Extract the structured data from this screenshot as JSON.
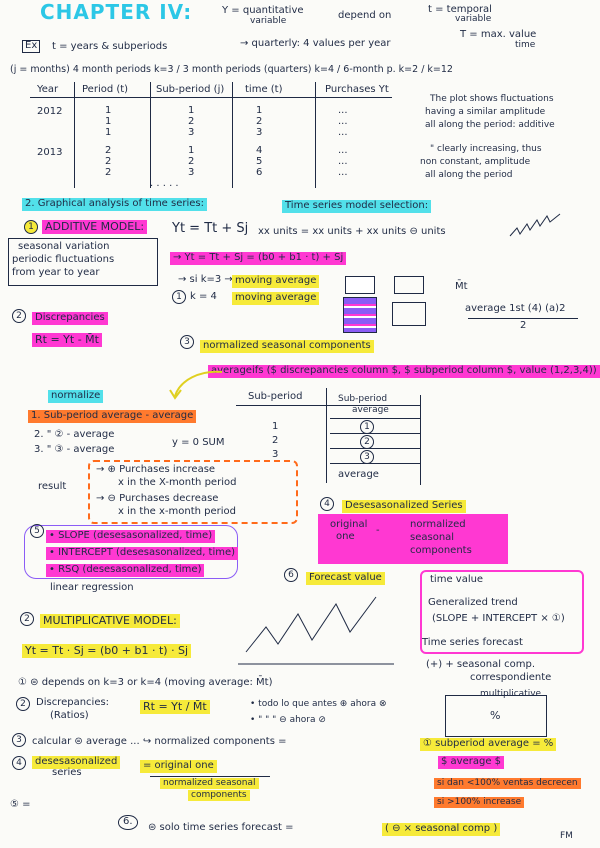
{
  "header": {
    "chapter": "CHAPTER IV:",
    "y_def_1": "Y = quantitative",
    "y_def_2": "variable",
    "depend_on": "depend on",
    "t_def_1": "t = temporal",
    "t_def_2": "variable",
    "t_max_1": "T = max. value",
    "t_max_2": "time"
  },
  "example": {
    "ex_label": "Ex",
    "line1": "t = years & subperiods",
    "quarterly": "→ quarterly: 4 values per year",
    "line2": "(j = months) 4 month periods k=3 / 3 month periods (quarters) k=4 / 6-month p. k=2 / k=12"
  },
  "table1": {
    "headers": [
      "Year",
      "Period (t)",
      "Sub-period (j)",
      "time (t)",
      "Purchases Yt"
    ],
    "rows": [
      [
        "2012",
        "1",
        "1",
        "1",
        "..."
      ],
      [
        "",
        "1",
        "2",
        "2",
        "..."
      ],
      [
        "",
        "1",
        "3",
        "3",
        "..."
      ],
      [
        "2013",
        "2",
        "1",
        "4",
        "..."
      ],
      [
        "",
        "2",
        "2",
        "5",
        "..."
      ],
      [
        "",
        "2",
        "3",
        "6",
        "..."
      ]
    ],
    "dots": ". . . . ."
  },
  "notes_right": {
    "l1": "The plot shows fluctuations",
    "l2": "having a similar amplitude",
    "l3": "all along the period: additive",
    "l4": "\" clearly increasing, thus",
    "l5": "non constant, amplitude",
    "l6": "all along the period"
  },
  "section2": {
    "heading": "2. Graphical analysis of time series:",
    "heading2": "Time series model selection:"
  },
  "additive": {
    "label": "ADDITIVE MODEL:",
    "formula": "Yt = Tt + Sj",
    "units": "xx units = xx units + xx units ⊖ units",
    "seasonal_1": "seasonal variation",
    "seasonal_2": "periodic fluctuations",
    "seasonal_3": "from year to year",
    "formula2": "→ Yt = Tt + Sj = (b0 + b1 · t) + Sj",
    "k3": "→ si k=3 →",
    "k3_label": "moving average",
    "k4": "k = 4",
    "k4_label": "moving average",
    "mt": "M̄t",
    "avg_formula": "average 1st (4) (a)2",
    "avg_den": "2"
  },
  "discrepancies": {
    "label": "Discrepancies",
    "formula": "Rt = Yt - M̄t",
    "normalized_heading": "normalized seasonal components",
    "averageifs": "averageifs ($ discrepancies column $, $ subperiod column $, value (1,2,3,4))"
  },
  "normalize": {
    "label": "normalize",
    "step1": "1. Sub-period average - average",
    "step2": "2.  \"  ② - average",
    "step3": "3.  \"  ③ - average",
    "sum": "y = 0 SUM",
    "result": "result",
    "inc_1": "→ ⊕ Purchases increase",
    "inc_2": "x in the X-month period",
    "dec_1": "→ ⊖ Purchases decrease",
    "dec_2": "x in the x-month period"
  },
  "table2": {
    "h1": "Sub-period",
    "h2a": "Sub-period",
    "h2b": "average",
    "rows": [
      "1",
      "2",
      "3"
    ],
    "circles": [
      "1",
      "2",
      "3"
    ],
    "avg": "average"
  },
  "regression": {
    "slope": "• SLOPE (desesasonalized, time)",
    "intercept": "• INTERCEPT (desesasonalized, time)",
    "rsq": "• RSQ (desesasonalized, time)",
    "linear": "linear regression"
  },
  "deseason": {
    "label": "Desesasonalized Series",
    "orig_1": "original",
    "orig_2": "one",
    "minus": "-",
    "norm_1": "normalized",
    "norm_2": "seasonal",
    "norm_3": "components"
  },
  "forecast": {
    "num": "6",
    "label": "Forecast value",
    "time_value": "time value",
    "gen_trend": "Generalized trend",
    "slope_int": "(SLOPE + INTERCEPT × ①)",
    "tsf": "Time series forecast",
    "plus": "(+) + seasonal comp.",
    "corr": "correspondiente"
  },
  "multiplicative": {
    "label": "MULTIPLICATIVE MODEL:",
    "formula": "Yt = Tt · Sj = (b0 + b1 · t) · Sj",
    "step1": "① ⊜ depends on k=3 or k=4 (moving average: M̄t)",
    "step2_a": "Discrepancies:",
    "step2_b": "(Ratios)",
    "rt": "Rt = Yt / M̄t",
    "todo": "• todo lo que antes ⊕ ahora ⊗",
    "todo2": "•  \"   \"   \"   ⊖ ahora ⊘",
    "mult_box": "multiplicative",
    "percent": "%",
    "step3": "calcular ⊜ average ... ↪ normalized components =",
    "step3_b": "① subperiod average = %",
    "step3_c": "$ average $",
    "step4_a": "desesasonalized",
    "step4_b": "series",
    "step4_c": "= original one",
    "step4_d": "normalized seasonal",
    "step4_e": "components",
    "si1": "si dan <100% ventas decrecen",
    "si2": "si >100% increase",
    "step5": "⑤ =",
    "step6_num": "6.",
    "step6": "⊜  solo  time series forecast  =",
    "step6_b": "( ⊖ × seasonal comp )",
    "page_mark": "FM"
  }
}
